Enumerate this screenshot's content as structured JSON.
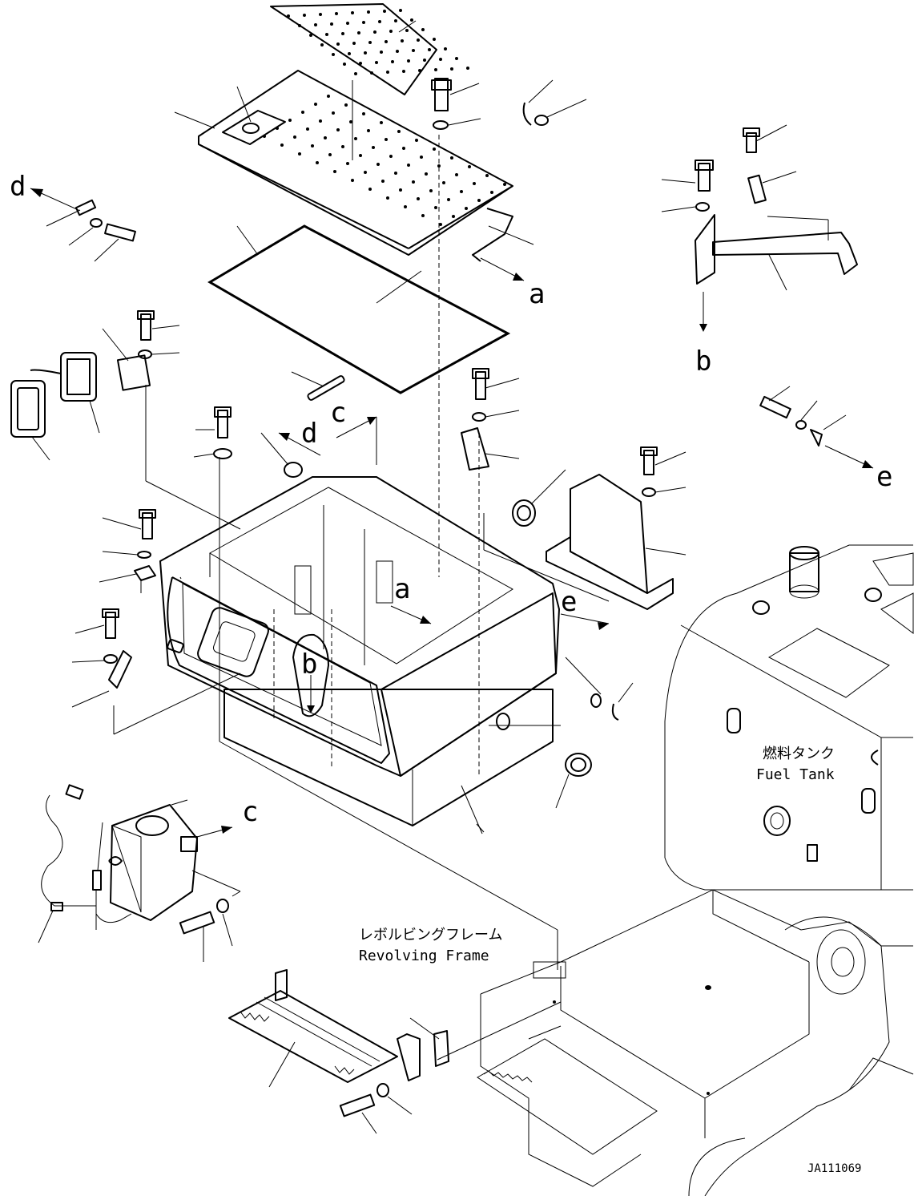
{
  "reference_letters": {
    "a": "a",
    "b": "b",
    "c": "c",
    "d": "d",
    "e": "e"
  },
  "labels": {
    "fuel_tank_jp": "燃料タンク",
    "fuel_tank_en": "Fuel Tank",
    "revolving_frame_jp": "レボルビングフレーム",
    "revolving_frame_en": "Revolving Frame"
  },
  "drawing_code": "JA111069"
}
